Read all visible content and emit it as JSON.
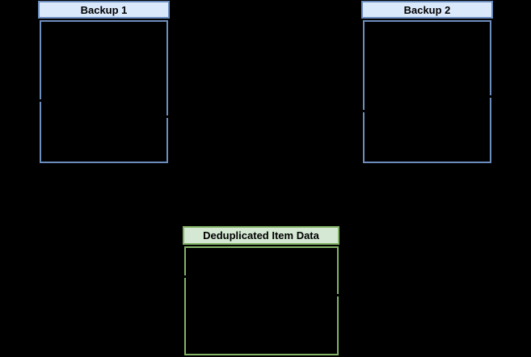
{
  "diagram": {
    "background_color": "#000000",
    "nodes": [
      {
        "label": "Backup 1",
        "header_fill": "#dae8fc",
        "border_color": "#6c8ebf",
        "label_color": "#000000"
      },
      {
        "label": "Backup 2",
        "header_fill": "#dae8fc",
        "border_color": "#6c8ebf",
        "label_color": "#000000"
      },
      {
        "label": "Deduplicated Item Data",
        "header_fill": "#d5e8d4",
        "border_color": "#82b366",
        "label_color": "#000000"
      }
    ],
    "anchor_tick_color": "#000000"
  }
}
